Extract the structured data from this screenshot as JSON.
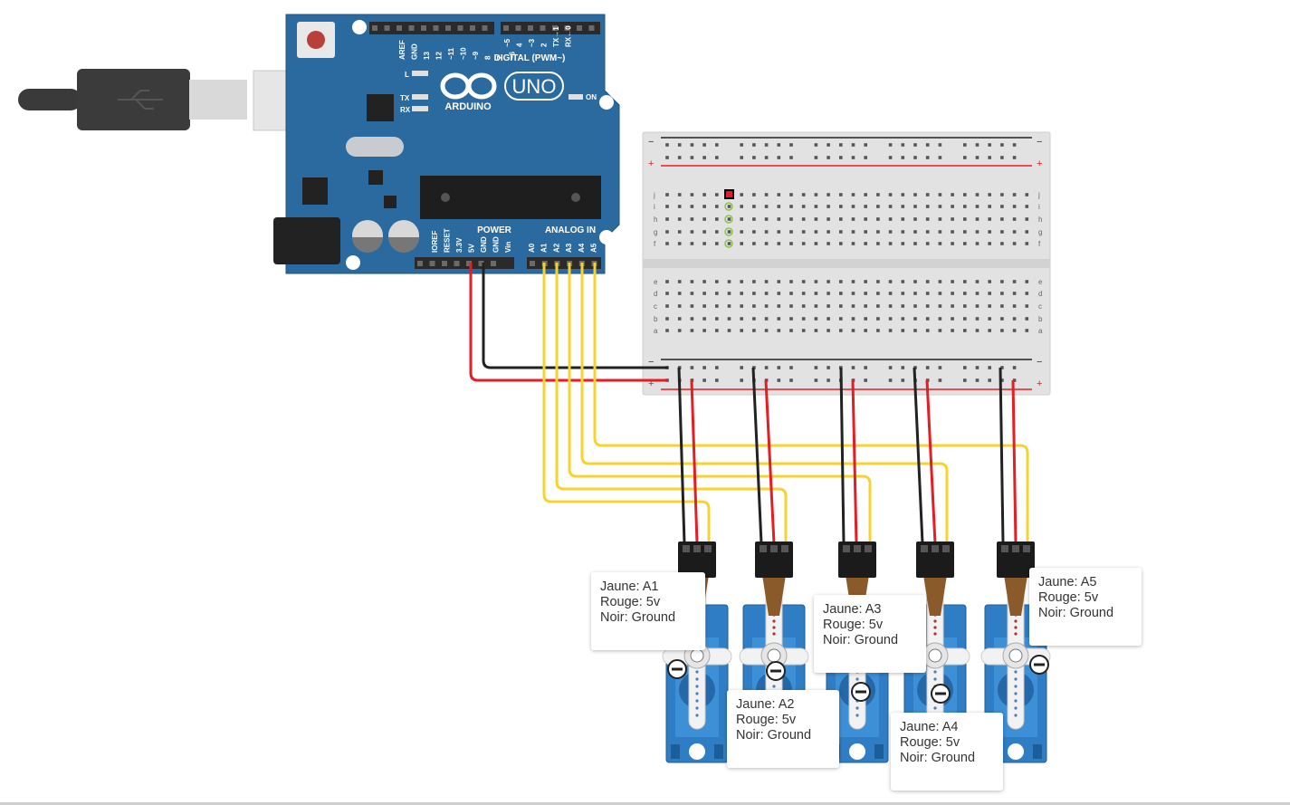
{
  "board": {
    "brand": "ARDUINO",
    "model": "UNO",
    "digital_label": "DIGITAL (PWM~)",
    "power_label": "POWER",
    "analog_label": "ANALOG IN",
    "on_label": "ON",
    "l_label": "L",
    "tx_label": "TX",
    "rx_label": "RX",
    "digital_pins": [
      "AREF",
      "GND",
      "13",
      "12",
      "~11",
      "~10",
      "~9",
      "8",
      "7",
      "~6",
      "~5",
      "4",
      "~3",
      "2",
      "TX→1",
      "RX←0"
    ],
    "power_pins": [
      "IOREF",
      "RESET",
      "3.3V",
      "5V",
      "GND",
      "GND",
      "Vin"
    ],
    "analog_pins": [
      "A0",
      "A1",
      "A2",
      "A3",
      "A4",
      "A5"
    ]
  },
  "breadboard": {
    "minus": "−",
    "plus": "+",
    "row_letters_top": [
      "j",
      "i",
      "h",
      "g",
      "f"
    ],
    "row_letters_bottom": [
      "e",
      "d",
      "c",
      "b",
      "a"
    ]
  },
  "notes": [
    {
      "line1": "Jaune: A1",
      "line2": "Rouge: 5v",
      "line3": "Noir: Ground"
    },
    {
      "line1": "Jaune: A2",
      "line2": "Rouge: 5v",
      "line3": "Noir: Ground"
    },
    {
      "line1": "Jaune: A3",
      "line2": "Rouge: 5v",
      "line3": "Noir: Ground"
    },
    {
      "line1": "Jaune: A4",
      "line2": "Rouge: 5v",
      "line3": "Noir: Ground"
    },
    {
      "line1": "Jaune: A5",
      "line2": "Rouge: 5v",
      "line3": "Noir: Ground"
    }
  ],
  "colors": {
    "board": "#2b6a9e",
    "wire_red": "#e31e24",
    "wire_black": "#222222",
    "wire_yellow": "#f7d330",
    "servo_blue": "#2f7dc4"
  }
}
